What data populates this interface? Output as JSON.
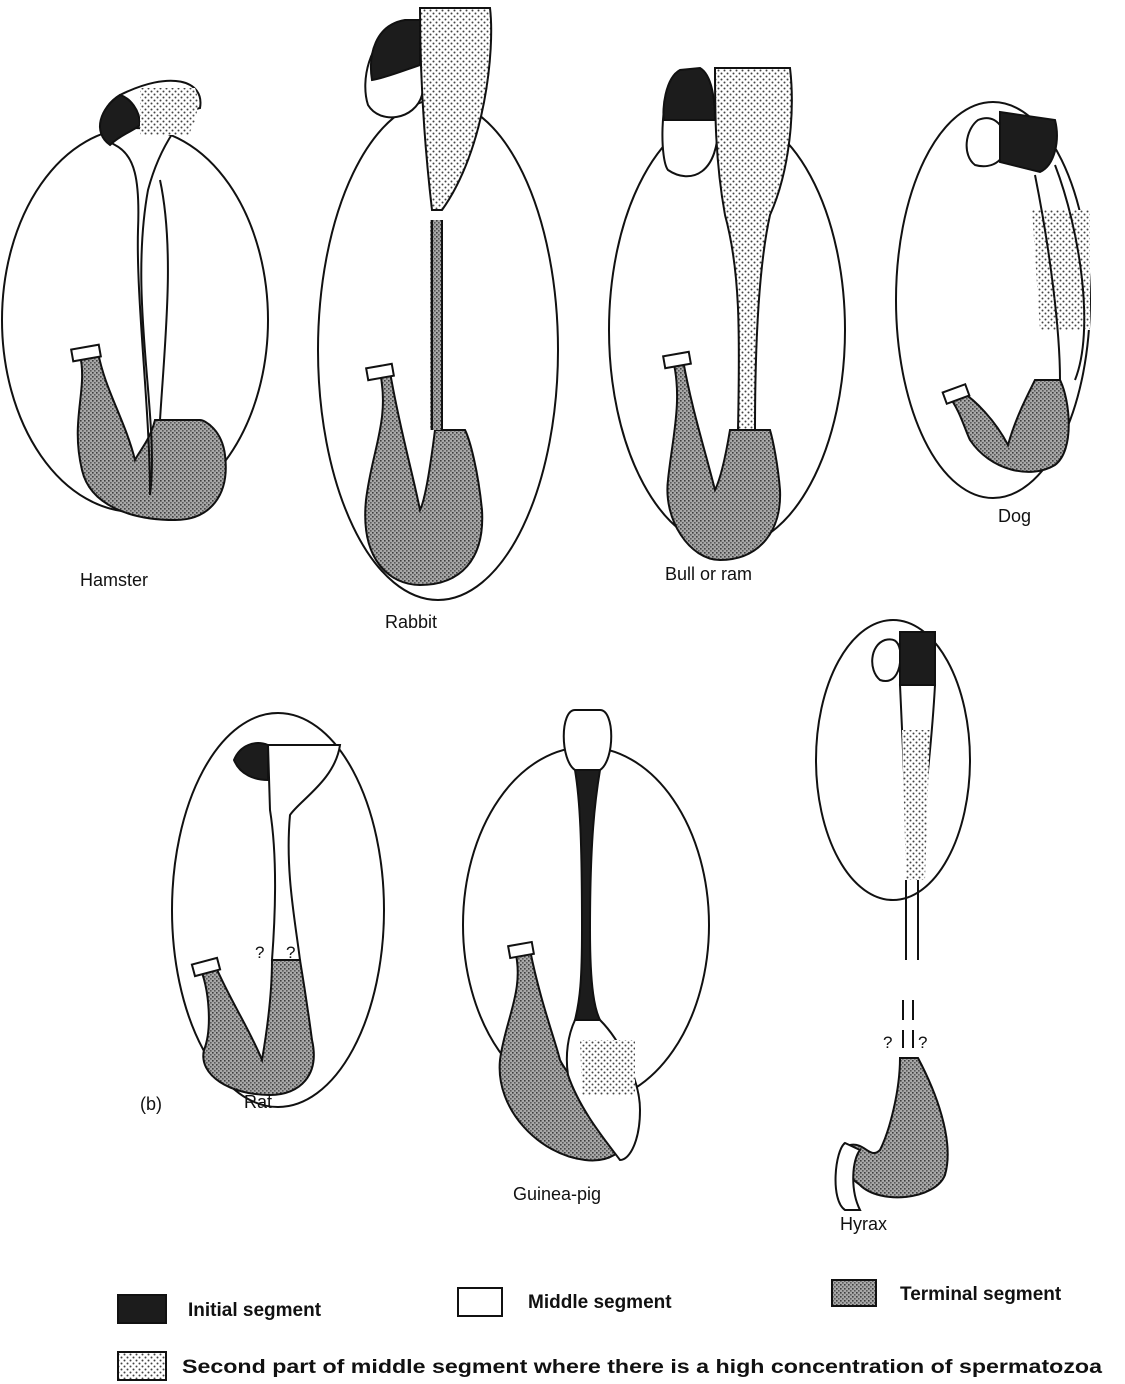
{
  "specimens": {
    "hamster": "Hamster",
    "rabbit": "Rabbit",
    "bull": "Bull or ram",
    "dog": "Dog",
    "rat": "Rat",
    "panel_b": "(b)",
    "guinea": "Guinea-pig",
    "hyrax": "Hyrax"
  },
  "uncertain_mark": "?",
  "legend": {
    "initial": "Initial segment",
    "middle": "Middle segment",
    "terminal": "Terminal segment",
    "second_part": "Second part of middle segment where there is a high concentration of spermatozoa"
  },
  "colors": {
    "initial": "#1c1c1c",
    "middle": "#ffffff",
    "terminal": "#8f8f8f",
    "second_part": "dotted"
  }
}
